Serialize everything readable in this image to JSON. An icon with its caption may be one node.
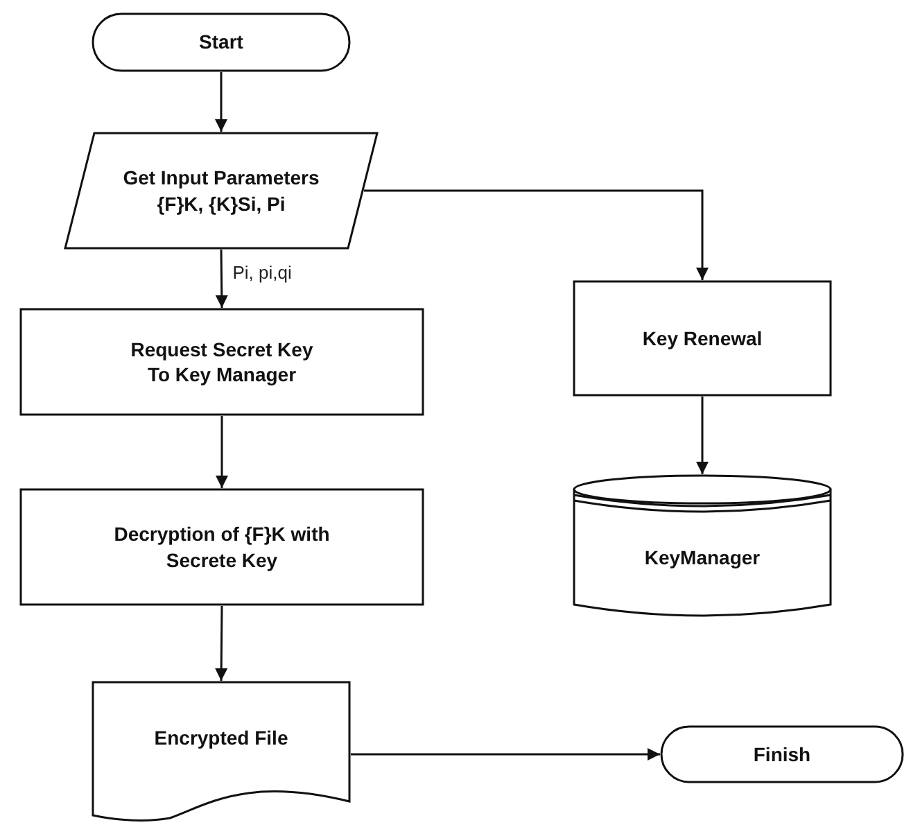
{
  "diagram": {
    "nodes": [
      {
        "text": [
          "Start"
        ]
      },
      {
        "text": [
          "Get Input Parameters {F}K, {K}Si, Pi"
        ]
      },
      {
        "text": [
          "Request Secret Key To Key Manager"
        ]
      },
      {
        "text": [
          "Key Renewal"
        ]
      },
      {
        "text": [
          "Decryption of {F}K with Secrete Key"
        ]
      },
      {
        "text": [
          "KeyManager"
        ]
      },
      {
        "text": [
          "Encrypted File"
        ]
      },
      {
        "text": [
          "Finish"
        ]
      }
    ],
    "edges": [
      {
        "from": 0,
        "to": 1,
        "arrow": "to"
      },
      {
        "from": 1,
        "to": 2,
        "arrow": "to",
        "label": "Pi, pi,qi"
      },
      {
        "from": 1,
        "to": 3,
        "arrow": "to"
      },
      {
        "from": 2,
        "to": 4,
        "arrow": "to"
      },
      {
        "from": 3,
        "to": 5,
        "arrow": "to"
      },
      {
        "from": 4,
        "to": 6,
        "arrow": "to"
      },
      {
        "from": 6,
        "to": 7,
        "arrow": "to"
      }
    ]
  }
}
